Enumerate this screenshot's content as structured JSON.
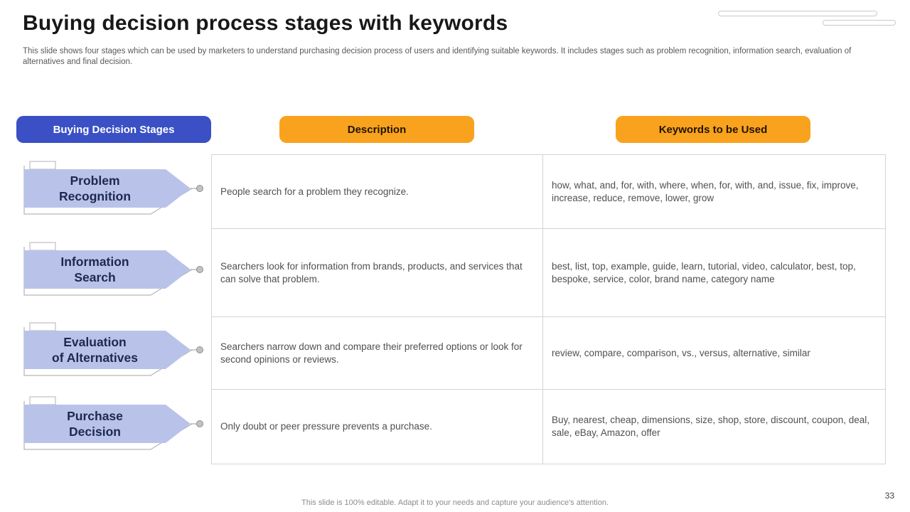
{
  "slide": {
    "title": "Buying decision process stages with keywords",
    "subtitle": "This slide shows four stages which can be used by marketers to understand purchasing decision process of users and identifying suitable keywords. It includes stages such as problem recognition, information search, evaluation of alternatives and final decision.",
    "footer": "This slide is 100% editable. Adapt it to your needs and capture your audience's attention.",
    "page_number": "33"
  },
  "columns": {
    "stages_header": "Buying Decision Stages",
    "description_header": "Description",
    "keywords_header": "Keywords to be Used"
  },
  "colors": {
    "stages_header_bg": "#3B50C4",
    "other_headers_bg": "#F9A21E",
    "stage_arrow_fill": "#B9C3E9",
    "stage_text": "#1E2950",
    "table_border": "#D4D4D4",
    "body_text": "#505050"
  },
  "rows": [
    {
      "stage_line1": "Problem",
      "stage_line2": "Recognition",
      "description": "People search for a problem they recognize.",
      "keywords": "how, what, and, for, with, where, when, for, with, and, issue, fix, improve, increase, reduce, remove, lower, grow"
    },
    {
      "stage_line1": "Information",
      "stage_line2": "Search",
      "description": "Searchers look for information from brands, products, and services that can solve that problem.",
      "keywords": "best, list, top, example, guide, learn, tutorial, video, calculator, best, top, bespoke, service, color, brand name, category name"
    },
    {
      "stage_line1": "Evaluation",
      "stage_line2": "of Alternatives",
      "description": "Searchers narrow down and compare their preferred options or look for second opinions or reviews.",
      "keywords": "review, compare, comparison, vs., versus, alternative, similar"
    },
    {
      "stage_line1": "Purchase",
      "stage_line2": "Decision",
      "description": "Only doubt or peer pressure prevents a purchase.",
      "keywords": "Buy, nearest, cheap, dimensions, size, shop, store, discount, coupon, deal, sale, eBay, Amazon, offer"
    }
  ]
}
